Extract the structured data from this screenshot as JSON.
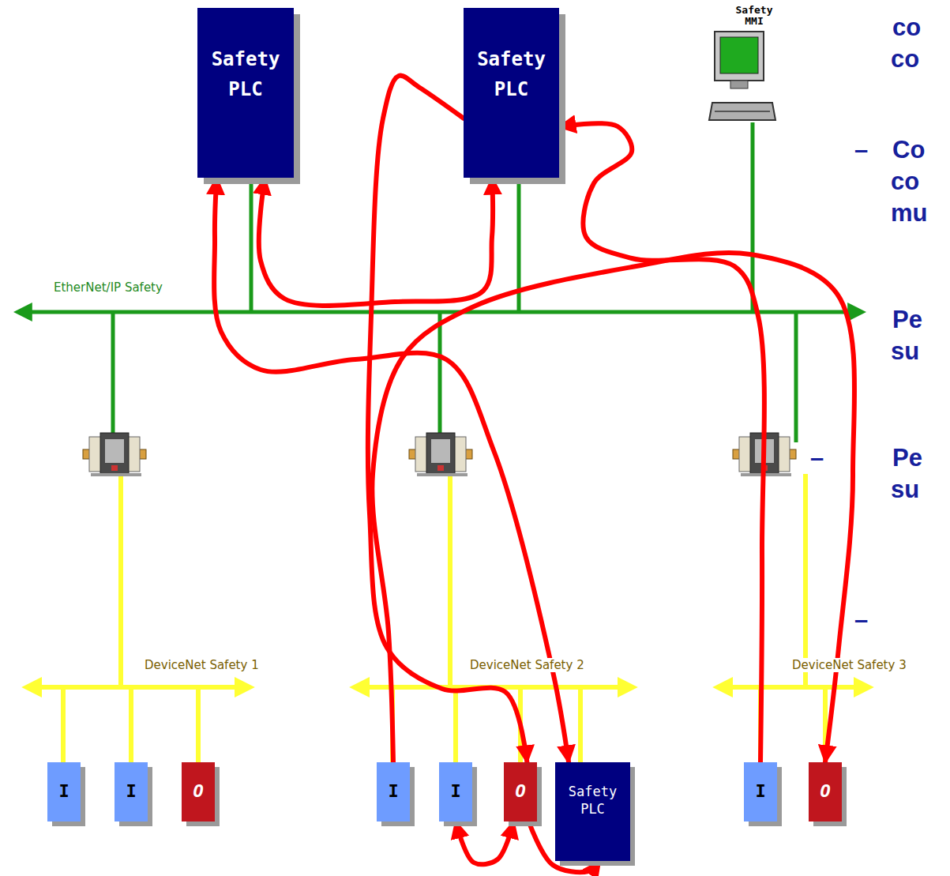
{
  "diagram": {
    "nodes": [
      {
        "text": [
          "Safety PLC"
        ]
      },
      {
        "text": [
          "Safety PLC"
        ]
      },
      {
        "text": [
          "Safety MMI"
        ]
      },
      {
        "text": [
          "I"
        ]
      },
      {
        "text": [
          "I"
        ]
      },
      {
        "text": [
          "O"
        ]
      },
      {
        "text": [
          "I"
        ]
      },
      {
        "text": [
          "I"
        ]
      },
      {
        "text": [
          "O"
        ]
      },
      {
        "text": [
          "Safety PLC"
        ]
      },
      {
        "text": [
          "I"
        ]
      },
      {
        "text": [
          "O"
        ]
      }
    ],
    "edges": [
      {
        "from": 0,
        "to": 9,
        "arrow": "both"
      },
      {
        "from": 0,
        "to": 1,
        "arrow": "both"
      },
      {
        "from": 1,
        "to": 8,
        "arrow": "to"
      },
      {
        "from": 6,
        "to": 11,
        "arrow": "to"
      },
      {
        "from": 10,
        "to": 1,
        "arrow": "to"
      },
      {
        "from": 8,
        "to": 7,
        "arrow": "both"
      },
      {
        "from": 8,
        "to": 9,
        "arrow": "to"
      }
    ],
    "labels": [
      "EtherNet/IP Safety",
      "DeviceNet Safety 1",
      "DeviceNet Safety 2",
      "DeviceNet Safety 3",
      "co co",
      "Co co mu",
      "Pe su",
      "Pe su",
      "–",
      "–",
      "–"
    ]
  }
}
